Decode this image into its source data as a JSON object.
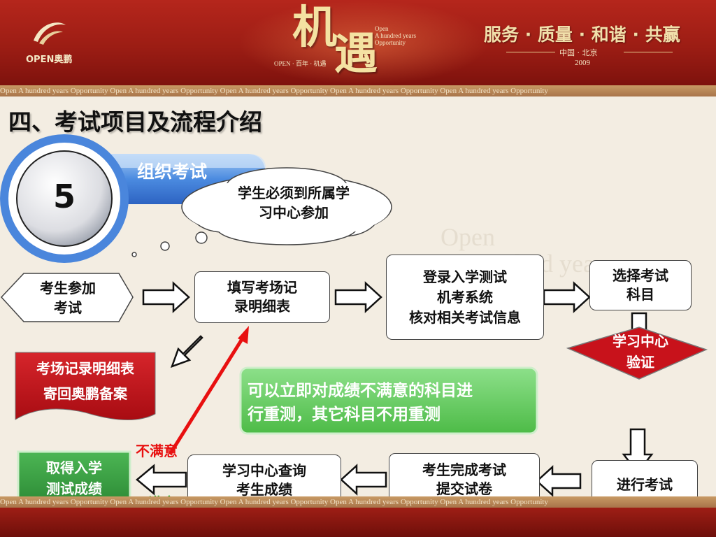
{
  "header": {
    "logo_text": "OPEN奥鹏",
    "calligraphy_1": "机",
    "calligraphy_2": "遇",
    "opportunity_lines": [
      "Open",
      "A hundred years",
      "Opportunity"
    ],
    "tagline": "OPEN · 百年 · 机遇",
    "slogan": "服务 · 质量 · 和谐 · 共赢",
    "location": "中国 · 北京",
    "year": "2009"
  },
  "band_text": "Open A hundred years Opportunity  Open A hundred years Opportunity  Open A hundred years Opportunity  Open A hundred years Opportunity  Open A hundred years Opportunity",
  "title": "四、考试项目及流程介绍",
  "step": {
    "number": "5",
    "label": "组织考试"
  },
  "callout": "学生必须到所属学\n习中心参加",
  "nodes": {
    "attend": "考生参加\n考试",
    "fill_record": "填写考场记\n录明细表",
    "login": "登录入学测试\n机考系统\n核对相关考试信息",
    "choose": "选择考试\n科目",
    "verify": [
      "学习中心",
      "验证"
    ],
    "mail": [
      "考场记录明细表",
      "寄回奥鹏备案"
    ],
    "retest_note": [
      "可以立即对成绩不满意的科目进",
      "行重测，其它科目不用重测"
    ],
    "conduct": "进行考试",
    "submit": "考生完成考试\n提交试卷",
    "query": "学习中心查询\n考生成绩",
    "result": [
      "取得入学",
      "测试成绩"
    ]
  },
  "labels": {
    "unsatisfied": "不满意",
    "satisfied": "满意"
  },
  "colors": {
    "header_red": "#9c1d14",
    "banner_blue": "#3a76d6",
    "node_red": "#c8121b",
    "note_green": "#5ecb57",
    "result_green": "#2f9a3a",
    "unsatisfied_red": "#e81010",
    "satisfied_green": "#22aa22"
  }
}
